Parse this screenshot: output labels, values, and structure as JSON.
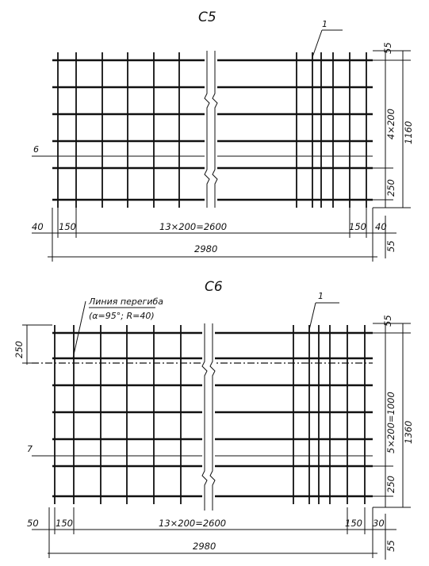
{
  "c5": {
    "title": "С5",
    "callout_1": "1",
    "callout_6": "6",
    "dims": {
      "top_55": "55",
      "spacing_4x200": "4×200",
      "overall_1160": "1160",
      "bottom_250": "250",
      "left_40": "40",
      "left_150": "150",
      "middle": "13×200=2600",
      "right_150": "150",
      "right_40": "40",
      "right_55": "55",
      "total": "2980"
    }
  },
  "c6": {
    "title": "С6",
    "bend_label": "Линия перегиба",
    "bend_params": "(α=95°; R=40)",
    "callout_1": "1",
    "callout_7": "7",
    "dims": {
      "top_55": "55",
      "left_250": "250",
      "spacing_5x200": "5×200=1000",
      "overall_1360": "1360",
      "bottom_250": "250",
      "left_50": "50",
      "left_150": "150",
      "middle": "13×200=2600",
      "right_150": "150",
      "right_30": "30",
      "right_55": "55",
      "total": "2980"
    }
  }
}
